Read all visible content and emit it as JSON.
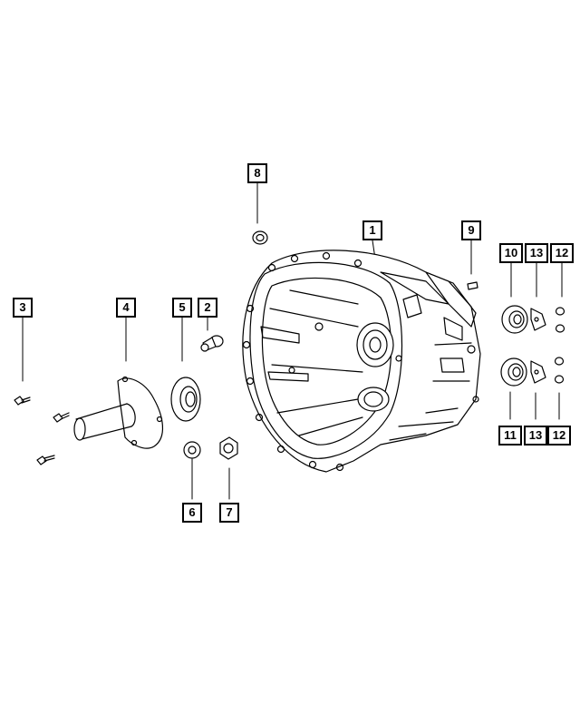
{
  "diagram": {
    "type": "exploded-parts-diagram",
    "callouts": [
      {
        "id": "c1",
        "label": "1"
      },
      {
        "id": "c2",
        "label": "2"
      },
      {
        "id": "c3",
        "label": "3"
      },
      {
        "id": "c4",
        "label": "4"
      },
      {
        "id": "c5",
        "label": "5"
      },
      {
        "id": "c6",
        "label": "6"
      },
      {
        "id": "c7",
        "label": "7"
      },
      {
        "id": "c8",
        "label": "8"
      },
      {
        "id": "c9",
        "label": "9"
      },
      {
        "id": "c10",
        "label": "10"
      },
      {
        "id": "c11",
        "label": "11"
      },
      {
        "id": "c12a",
        "label": "12"
      },
      {
        "id": "c12b",
        "label": "12"
      },
      {
        "id": "c13a",
        "label": "13"
      },
      {
        "id": "c13b",
        "label": "13"
      }
    ],
    "colors": {
      "line": "#000000",
      "background": "#ffffff"
    }
  }
}
